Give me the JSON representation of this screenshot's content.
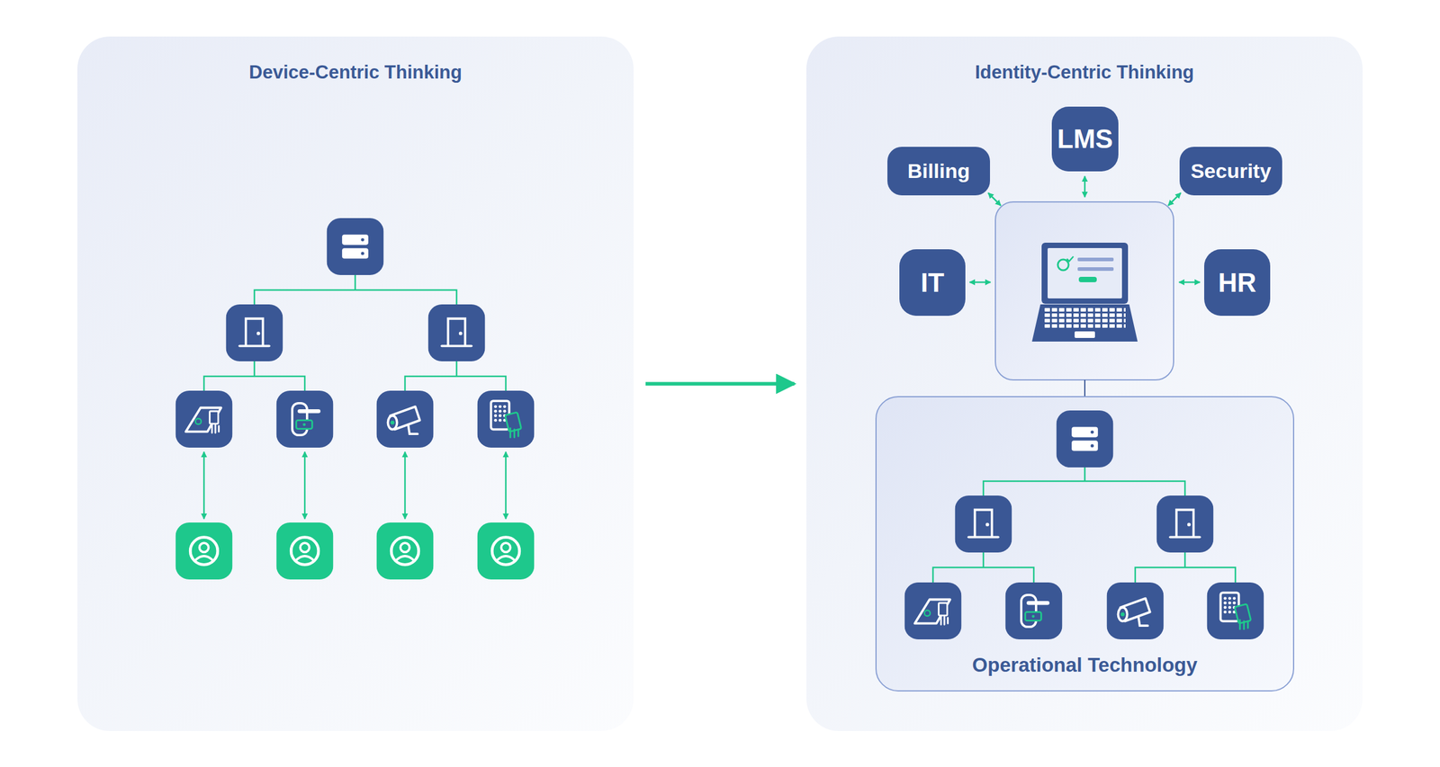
{
  "diagram": {
    "nodes": [
      {
        "text": [
          "Device-Centric Thinking"
        ]
      },
      {
        "text": [
          "Identity-Centric Thinking"
        ]
      },
      {
        "text": [
          "LMS"
        ],
        "in": 1
      },
      {
        "text": [
          "Billing"
        ],
        "in": 1
      },
      {
        "text": [
          "Security"
        ],
        "in": 1
      },
      {
        "text": [
          "IT"
        ],
        "in": 1
      },
      {
        "text": [
          "HR"
        ],
        "in": 1
      },
      {
        "text": [
          "Operational Technology"
        ],
        "in": 1
      }
    ],
    "edges": [
      {
        "from": 0,
        "to": 1,
        "arrow": "to"
      }
    ]
  }
}
